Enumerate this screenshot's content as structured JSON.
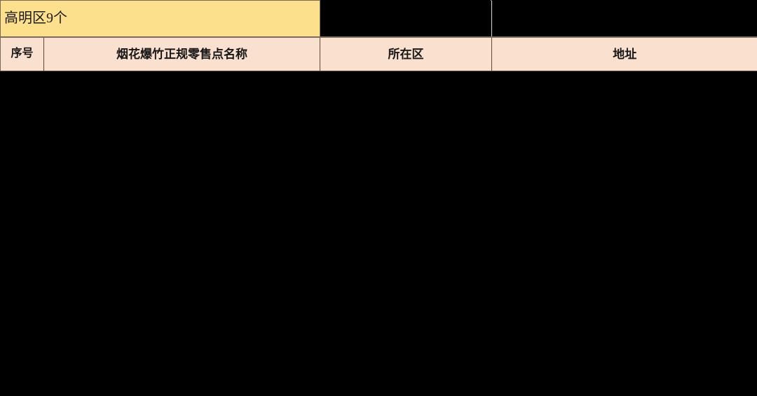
{
  "document": {
    "title_banner": {
      "text": "高明区9个",
      "background_color": "#FCE08B",
      "text_color": "#1A1A1A"
    },
    "table": {
      "header_background_color": "#FAE0CE",
      "header_text_color": "#171717",
      "border_color": "#7A6A5A",
      "columns": [
        {
          "key": "index",
          "label": "序号"
        },
        {
          "key": "name",
          "label": "烟花爆竹正规零售点名称"
        },
        {
          "key": "area",
          "label": "所在区"
        },
        {
          "key": "address",
          "label": "地址"
        }
      ],
      "rows": []
    },
    "background_color": "#000000"
  }
}
